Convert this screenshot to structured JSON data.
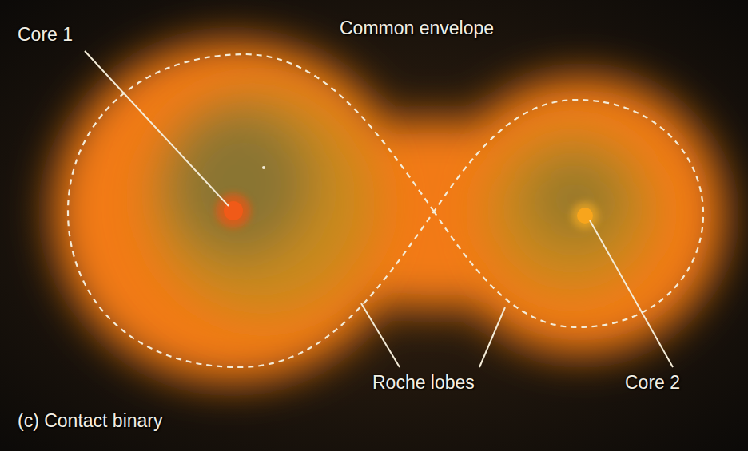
{
  "diagram": {
    "labels": [
      "Core 1",
      "Common envelope",
      "Roche lobes",
      "Core 2",
      "(c) Contact binary"
    ]
  }
}
